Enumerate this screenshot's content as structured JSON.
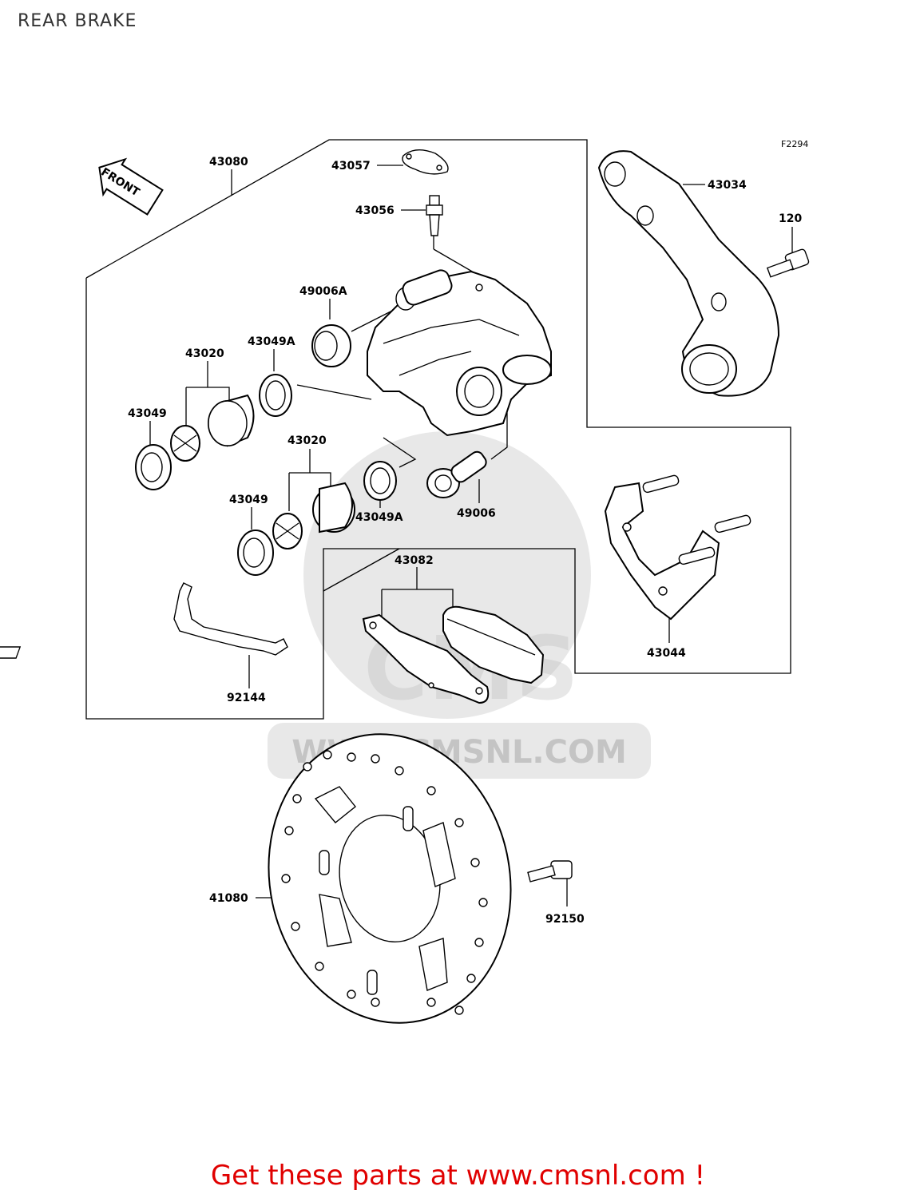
{
  "header": {
    "title": "REAR BRAKE"
  },
  "figure_code": "F2294",
  "front_badge": "FRONT",
  "watermark": {
    "text": "WWW.CMSNL.COM",
    "logo": "CMS"
  },
  "parts": [
    {
      "id": "43080"
    },
    {
      "id": "43057"
    },
    {
      "id": "43056"
    },
    {
      "id": "43034"
    },
    {
      "id": "120"
    },
    {
      "id": "49006A"
    },
    {
      "id": "43020"
    },
    {
      "id": "43049A"
    },
    {
      "id": "43049"
    },
    {
      "id": "43020"
    },
    {
      "id": "43049"
    },
    {
      "id": "49006"
    },
    {
      "id": "43049A"
    },
    {
      "id": "43082"
    },
    {
      "id": "43044"
    },
    {
      "id": "92144"
    },
    {
      "id": "41080"
    },
    {
      "id": "92150"
    }
  ],
  "footer": {
    "cta": "Get these parts at www.cmsnl.com !"
  }
}
